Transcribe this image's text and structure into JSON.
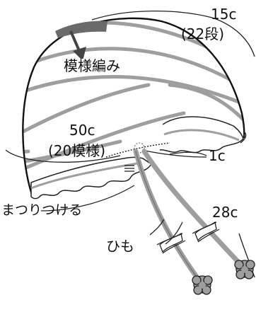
{
  "diagram": {
    "top_length": "15c",
    "top_rows": "(22段)",
    "body_pattern": "模様編み",
    "circumference": "50c",
    "circumference_repeats": "(20模様)",
    "gap": "1c",
    "finish_note": "まつりつける",
    "tie_length": "28c",
    "tie_label": "ひも"
  }
}
